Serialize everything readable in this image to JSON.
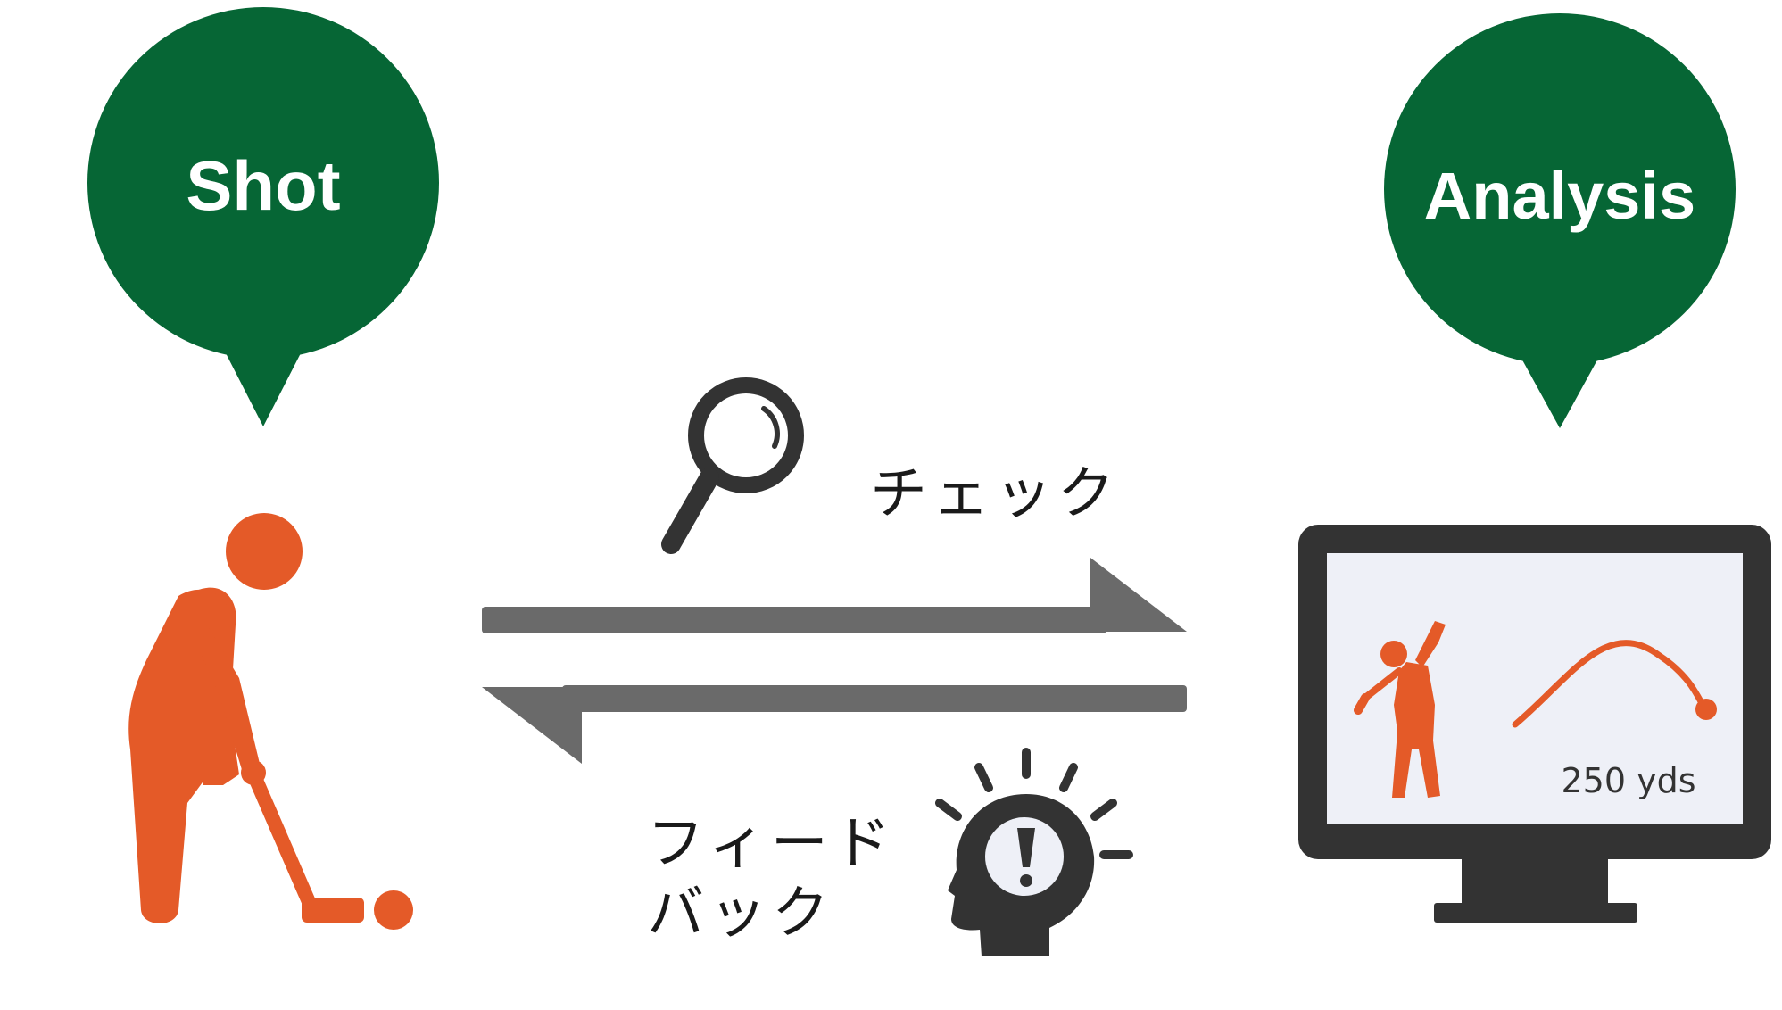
{
  "shot_bubble": {
    "label": "Shot"
  },
  "analysis_bubble": {
    "label": "Analysis"
  },
  "check": {
    "label": "チェック"
  },
  "feedback": {
    "line1": "フィード",
    "line2": "バック"
  },
  "monitor": {
    "distance_label": "250 yds"
  },
  "colors": {
    "bubble_green": "#066635",
    "golfer_orange": "#e45a28",
    "arrow_gray": "#6a6a6a",
    "icon_dark": "#333333",
    "monitor_frame": "#333333",
    "screen_bg": "#eef0f7"
  },
  "icons": {
    "magnifier": "magnifying-glass-icon",
    "idea": "head-exclamation-icon",
    "golfer": "golfer-putting-icon",
    "monitor": "monitor-icon"
  }
}
